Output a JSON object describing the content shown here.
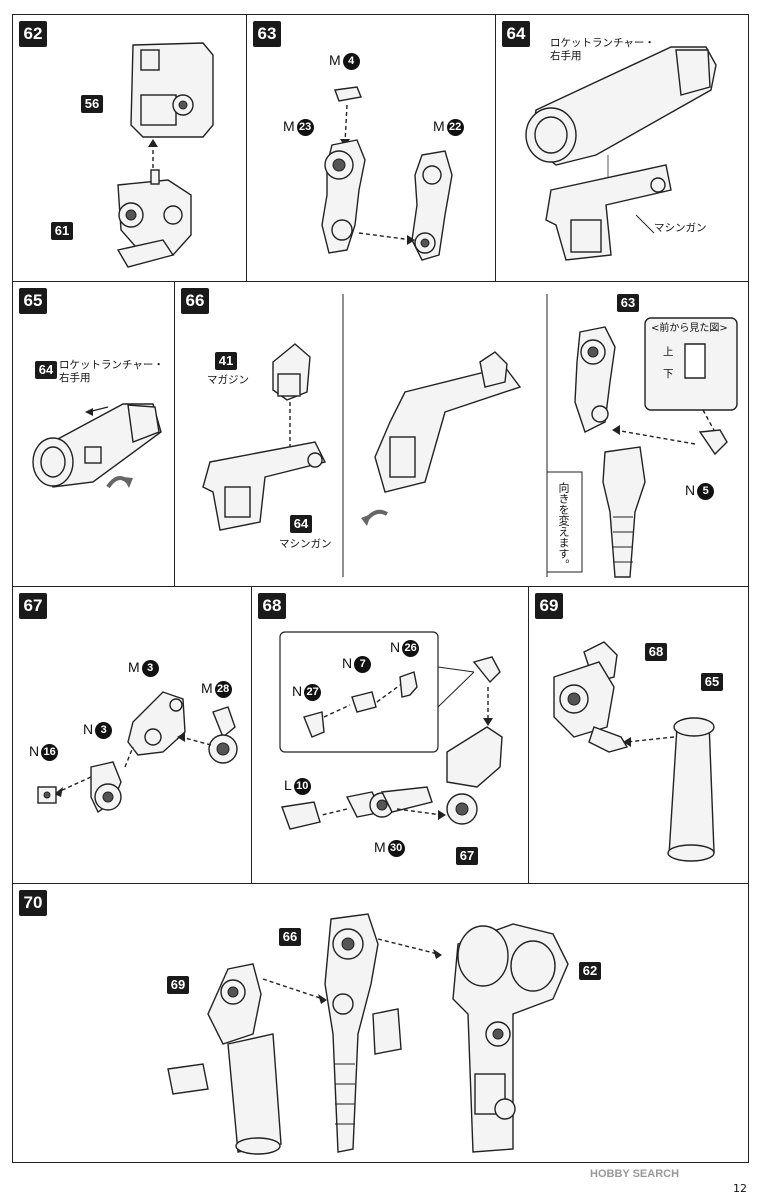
{
  "steps": {
    "s62": {
      "num": "62",
      "parts": [
        "56",
        "61"
      ]
    },
    "s63": {
      "num": "63",
      "parts": [
        {
          "runner": "M",
          "num": "4"
        },
        {
          "runner": "M",
          "num": "23"
        },
        {
          "runner": "M",
          "num": "22"
        }
      ]
    },
    "s64": {
      "num": "64",
      "label_top": "ロケットランチャー・\n右手用",
      "label_bottom": "マシンガン"
    },
    "s65": {
      "num": "65",
      "part": "64",
      "label": "ロケットランチャー・\n右手用"
    },
    "s66": {
      "num": "66",
      "part_top": "41",
      "label_top": "マガジン",
      "part_bottom": "64",
      "label_bottom": "マシンガン",
      "part_right": "63",
      "view_title": "<前から見た図>",
      "view_up": "上",
      "view_down": "下",
      "part_n": {
        "runner": "N",
        "num": "5"
      },
      "note": "向きを変えます。"
    },
    "s67": {
      "num": "67",
      "parts": [
        {
          "runner": "M",
          "num": "3"
        },
        {
          "runner": "M",
          "num": "28"
        },
        {
          "runner": "N",
          "num": "3"
        },
        {
          "runner": "N",
          "num": "16"
        }
      ]
    },
    "s68": {
      "num": "68",
      "parts": [
        {
          "runner": "N",
          "num": "26"
        },
        {
          "runner": "N",
          "num": "7"
        },
        {
          "runner": "N",
          "num": "27"
        },
        {
          "runner": "L",
          "num": "10"
        },
        {
          "runner": "M",
          "num": "30"
        }
      ],
      "result": "67"
    },
    "s69": {
      "num": "69",
      "parts": [
        "68",
        "65"
      ]
    },
    "s70": {
      "num": "70",
      "parts": [
        "66",
        "62",
        "69"
      ]
    }
  },
  "footer": {
    "watermark": "HOBBY SEARCH",
    "page": "12"
  }
}
